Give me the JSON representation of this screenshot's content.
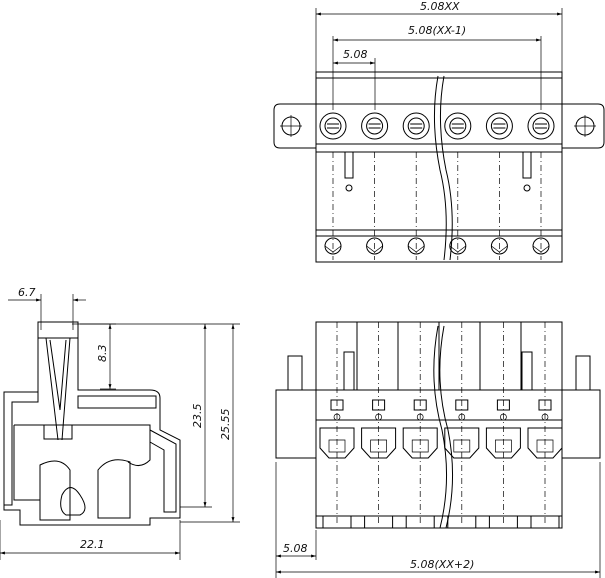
{
  "top_view": {
    "dim_overall": "5.08XX",
    "dim_inner": "5.08(XX-1)",
    "dim_pitch": "5.08",
    "pole_count": 6
  },
  "side_view": {
    "dim_top": "6.7",
    "dim_mid": "8.3",
    "dim_height_a": "23.5",
    "dim_height_b": "25.55",
    "dim_width": "22.1"
  },
  "front_view": {
    "dim_offset": "5.08",
    "dim_overall": "5.08(XX+2)",
    "pole_count": 6
  }
}
